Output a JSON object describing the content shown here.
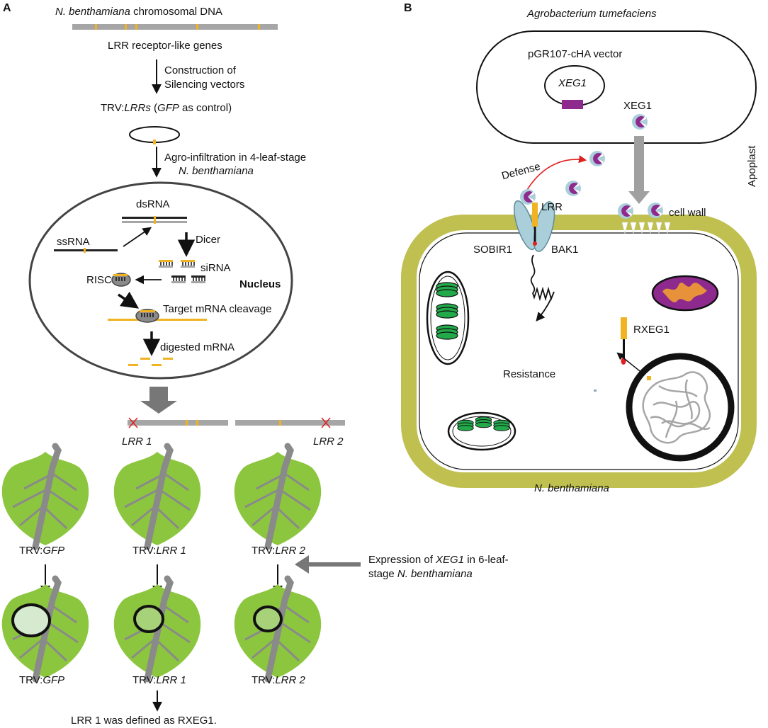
{
  "colors": {
    "gene_bar": "#a6a6a6",
    "marker_yellow": "#f0b323",
    "leaf_green": "#8cc63f",
    "leaf_dark": "#6aa12a",
    "vein_gray": "#8a8a8a",
    "arrow_gray": "#777777",
    "cell_wall_olive": "#bfc050",
    "purple": "#8e2a8e",
    "receptor_blue": "#aacfda",
    "chloroplast_green": "#22a94a",
    "mito_orange": "#e7923a",
    "red_arrow": "#e02020"
  },
  "panel_a": {
    "label": "A",
    "title_italic": "N. benthamiana",
    "title_rest": " chromosomal DNA",
    "lrr_genes": "LRR receptor-like genes",
    "construction_1": "Construction of",
    "construction_2": "Silencing vectors",
    "trv_prefix": "TRV:",
    "trv_lrrs": "LRRs",
    "trv_open": " (",
    "trv_gfp": "GFP",
    "trv_rest": " as control)",
    "agro_1": "Agro-infiltration in 4-leaf-stage",
    "agro_2": "N. benthamiana",
    "dsrna": "dsRNA",
    "ssrna": "ssRNA",
    "dicer": "Dicer",
    "sirna": "siRNA",
    "risc": "RISC",
    "nucleus": "Nucleus",
    "target": "Target mRNA cleavage",
    "digested": "digested mRNA",
    "lrr1": "LRR 1",
    "lrr2": "LRR 2",
    "leaf_labels": [
      {
        "prefix": "TRV:",
        "name": "GFP"
      },
      {
        "prefix": "TRV:",
        "name": "LRR 1"
      },
      {
        "prefix": "TRV:",
        "name": "LRR 2"
      }
    ],
    "expression_1a": "Expression of ",
    "expression_1b": "XEG1",
    "expression_1c": " in 6-leaf-",
    "expression_2a": "stage ",
    "expression_2b": "N. benthamiana",
    "conclusion": "LRR 1 was defined as RXEG1."
  },
  "panel_b": {
    "label": "B",
    "agro": "Agrobacterium tumefaciens",
    "vector": "pGR107-cHA vector",
    "xeg1_gene": "XEG1",
    "xeg1_protein": "XEG1",
    "defense": "Defense",
    "apoplast": "Apoplast",
    "lrr": "LRR",
    "cell_wall": "cell wall",
    "sobir1": "SOBIR1",
    "bak1": "BAK1",
    "resistance": "Resistance",
    "rxeg1": "RXEG1",
    "species": "N. benthamiana"
  }
}
